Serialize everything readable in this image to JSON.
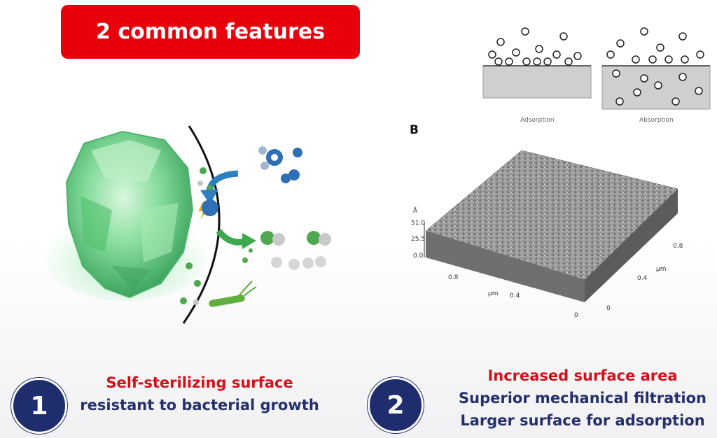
{
  "title": "2 common features",
  "feature1": {
    "number": "1",
    "line1": "Self-sterilizing surface",
    "line2": "resistant to bacterial growth"
  },
  "feature2": {
    "number": "2",
    "line1": "Increased surface area",
    "line2": "Superior mechanical filtration",
    "line3": "Larger surface for adsorption"
  },
  "adsorption_panels": {
    "left_label": "Adsorption",
    "right_label": "Absorption"
  },
  "surface_plot": {
    "panel_letter": "B",
    "z_unit": "Å",
    "z_ticks": [
      "51.0",
      "25.5",
      "0.0"
    ],
    "x_ticks": [
      "0.8",
      "0.4"
    ],
    "x_unit": "µm",
    "y_ticks": [
      "0.8",
      "0.4",
      "0",
      "0"
    ],
    "y_unit": "µm"
  },
  "colors": {
    "title_bg": "#e8000b",
    "accent_red": "#d30f1a",
    "navy": "#24306b",
    "crystal_green": "#6fd08a"
  }
}
